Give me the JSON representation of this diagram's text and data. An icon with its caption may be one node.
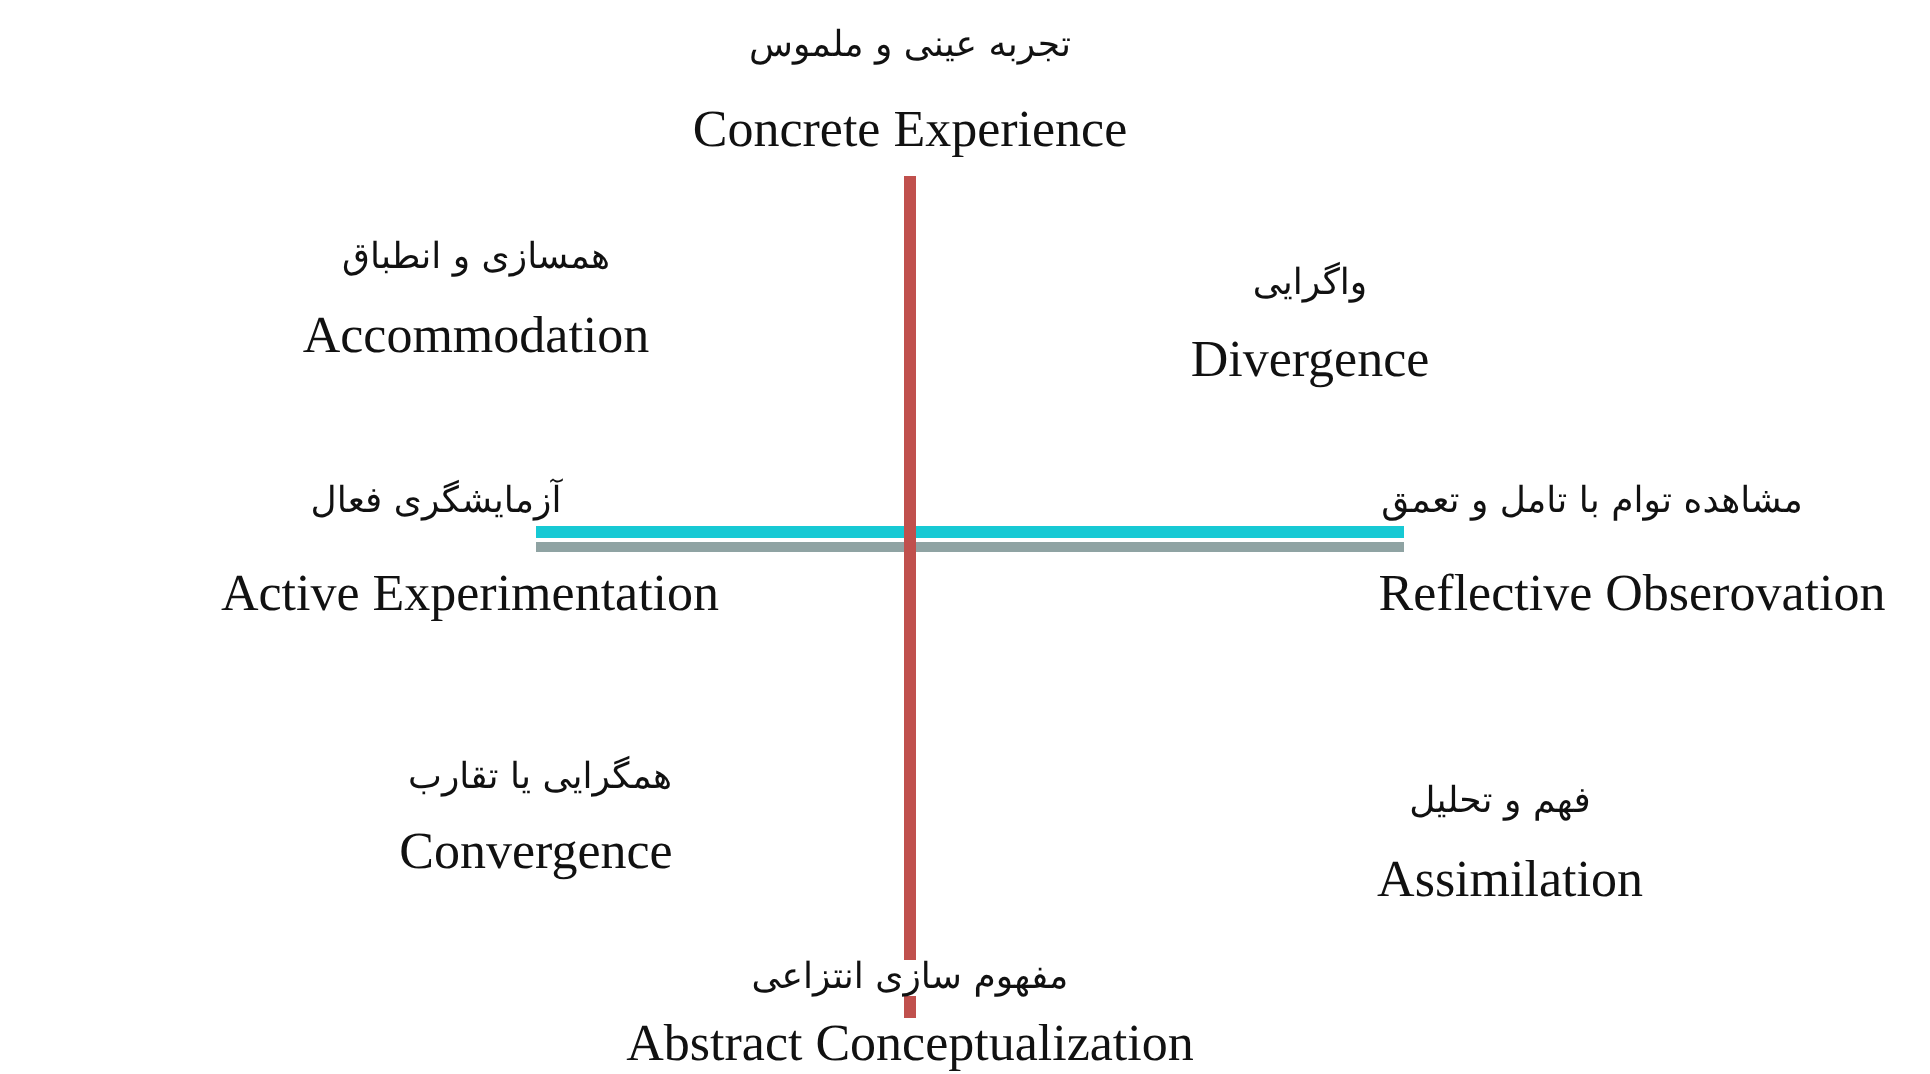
{
  "diagram": {
    "labels": [
      "تجربه عینی و ملموس",
      "Concrete Experience",
      "همسازی و انطباق",
      "Accommodation",
      "واگرایی",
      "Divergence",
      "آزمایشگری فعال",
      "Active Experimentation",
      "مشاهده توام با تامل و تعمق",
      "Reflective Obserovation",
      "همگرایی یا تقارب",
      "Convergence",
      "فهم و تحلیل",
      "Assimilation",
      "مفهوم سازی انتزاعی",
      "Abstract Conceptualization"
    ]
  }
}
